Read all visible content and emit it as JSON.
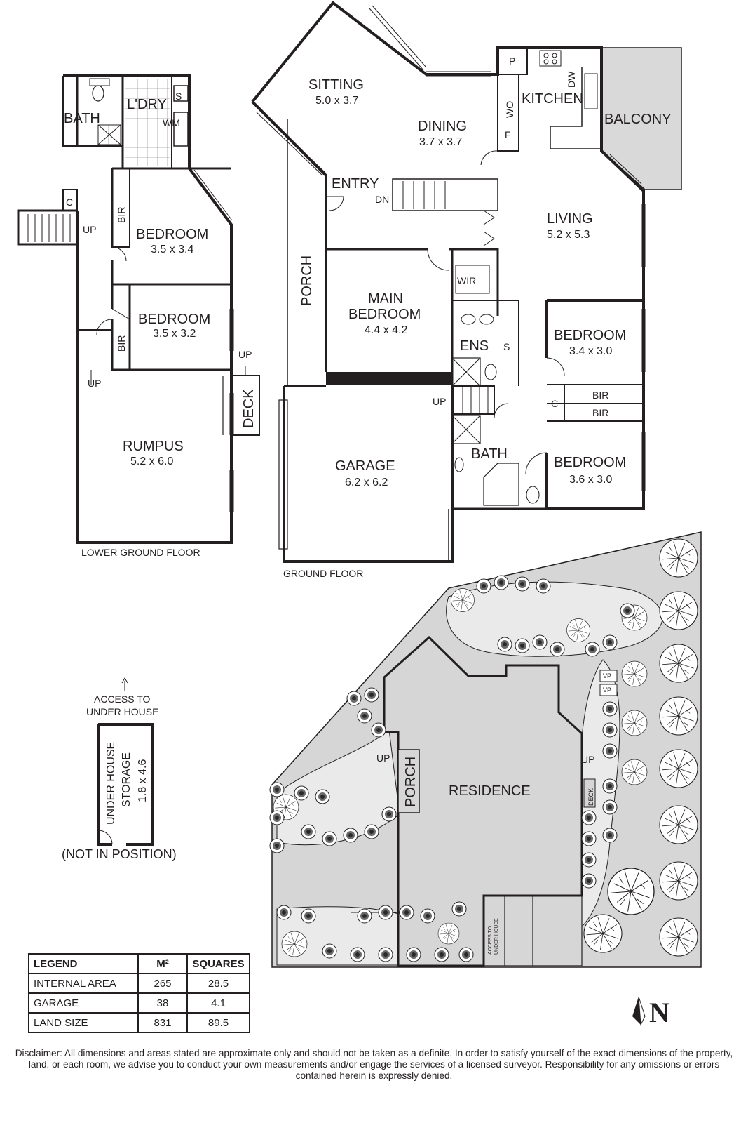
{
  "floors": {
    "lower_ground": {
      "title": "LOWER GROUND FLOOR",
      "rooms": [
        {
          "name": "BATH"
        },
        {
          "name": "L'DRY"
        },
        {
          "name": "S"
        },
        {
          "name": "WM"
        },
        {
          "name": "C"
        },
        {
          "name": "UP"
        },
        {
          "name": "BIR"
        },
        {
          "name": "BEDROOM",
          "size": "3.5 x 3.4"
        },
        {
          "name": "BEDROOM",
          "size": "3.5 x 3.2"
        },
        {
          "name": "BIR"
        },
        {
          "name": "UP"
        },
        {
          "name": "UP"
        },
        {
          "name": "DECK"
        },
        {
          "name": "RUMPUS",
          "size": "5.2 x 6.0"
        }
      ]
    },
    "ground": {
      "title": "GROUND FLOOR",
      "rooms": [
        {
          "name": "SITTING",
          "size": "5.0 x 3.7"
        },
        {
          "name": "DINING",
          "size": "3.7 x 3.7"
        },
        {
          "name": "P"
        },
        {
          "name": "KITCHEN"
        },
        {
          "name": "DW"
        },
        {
          "name": "WO"
        },
        {
          "name": "F"
        },
        {
          "name": "BALCONY"
        },
        {
          "name": "ENTRY"
        },
        {
          "name": "DN"
        },
        {
          "name": "LIVING",
          "size": "5.2 x 5.3"
        },
        {
          "name": "PORCH"
        },
        {
          "name": "MAIN",
          "name2": "BEDROOM",
          "size": "4.4 x 4.2"
        },
        {
          "name": "WIR"
        },
        {
          "name": "ENS"
        },
        {
          "name": "S"
        },
        {
          "name": "BEDROOM",
          "size": "3.4 x 3.0"
        },
        {
          "name": "C"
        },
        {
          "name": "BIR"
        },
        {
          "name": "BIR"
        },
        {
          "name": "UP"
        },
        {
          "name": "GARAGE",
          "size": "6.2 x 6.2"
        },
        {
          "name": "BATH"
        },
        {
          "name": "BEDROOM",
          "size": "3.6 x 3.0"
        }
      ]
    }
  },
  "under_house": {
    "access": "ACCESS TO",
    "access2": "UNDER HOUSE",
    "line1": "UNDER HOUSE",
    "line2": "STORAGE",
    "size": "1.8 x 4.6",
    "note": "(NOT IN POSITION)"
  },
  "site": {
    "residence": "RESIDENCE",
    "porch": "PORCH",
    "up1": "UP",
    "up2": "UP",
    "deck": "DECK",
    "vp1": "VP",
    "vp2": "VP",
    "access1": "ACCESS TO",
    "access2": "UNDER HOUSE"
  },
  "legend": {
    "headers": [
      "LEGEND",
      "M²",
      "SQUARES"
    ],
    "rows": [
      [
        "INTERNAL AREA",
        "265",
        "28.5"
      ],
      [
        "GARAGE",
        "38",
        "4.1"
      ],
      [
        "LAND SIZE",
        "831",
        "89.5"
      ]
    ]
  },
  "north_label": "N",
  "disclaimer": "Disclaimer: All dimensions and areas stated are approximate only and should not be taken as a definite. In order to satisfy yourself of the exact dimensions of the property, land, or each room, we advise you to conduct your own measurements and/or engage the services of a licensed surveyor. Responsibility for any omissions or errors contained herein is expressly denied.",
  "colors": {
    "line": "#231f20",
    "site_fill": "#d6d6d6",
    "garden": "#eaeaea",
    "wall_black": "#231f20",
    "balcony": "#d9d9d9"
  }
}
